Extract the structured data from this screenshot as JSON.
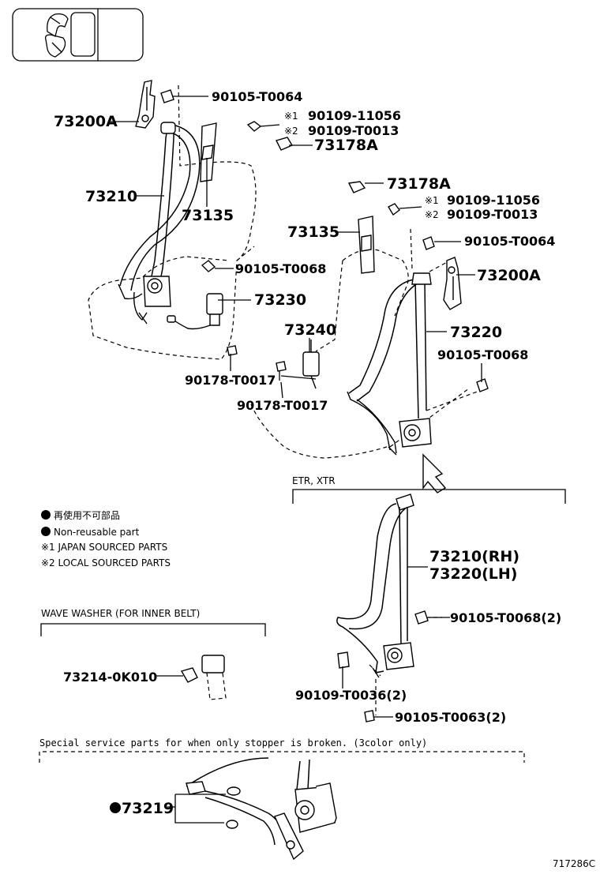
{
  "labels": {
    "p_90105_T0064_a": "90105-T0064",
    "p_73200A_a": "73200A",
    "p_mark1_a": "※1",
    "p_90109_11056_a": "90109-11056",
    "p_mark2_a": "※2",
    "p_90109_T0013_a": "90109-T0013",
    "p_73178A_a": "73178A",
    "p_73210": "73210",
    "p_73135_a": "73135",
    "p_90105_T0068_a": "90105-T0068",
    "p_73230": "73230",
    "p_73178A_b": "73178A",
    "p_mark1_b": "※1",
    "p_90109_11056_b": "90109-11056",
    "p_mark2_b": "※2",
    "p_90109_T0013_b": "90109-T0013",
    "p_73135_b": "73135",
    "p_90105_T0064_b": "90105-T0064",
    "p_73200A_b": "73200A",
    "p_73240": "73240",
    "p_73220": "73220",
    "p_90105_T0068_b": "90105-T0068",
    "p_90178_T0017_a": "90178-T0017",
    "p_90178_T0017_b": "90178-T0017",
    "etr_xtr": "ETR, XTR",
    "p_73210_rh": "73210(RH)",
    "p_73220_lh": "73220(LH)",
    "p_90105_T0068_2": "90105-T0068(2)",
    "p_90109_T0036_2": "90109-T0036(2)",
    "p_90105_T0063_2": "90105-T0063(2)",
    "wave_washer": "WAVE WASHER (FOR INNER BELT)",
    "p_73214_0K010": "73214-0K010",
    "special_service": "Special service parts for when only stopper is broken. (3color only)",
    "p_73219": "73219",
    "diagram_id": "717286C"
  },
  "legend": [
    {
      "text": "再使用不可部品",
      "bullet": "dot"
    },
    {
      "text": "Non-reusable part",
      "bullet": "dot"
    },
    {
      "text": "※1  JAPAN SOURCED PARTS",
      "bullet": "none"
    },
    {
      "text": "※2  LOCAL SOURCED PARTS",
      "bullet": "none"
    }
  ]
}
